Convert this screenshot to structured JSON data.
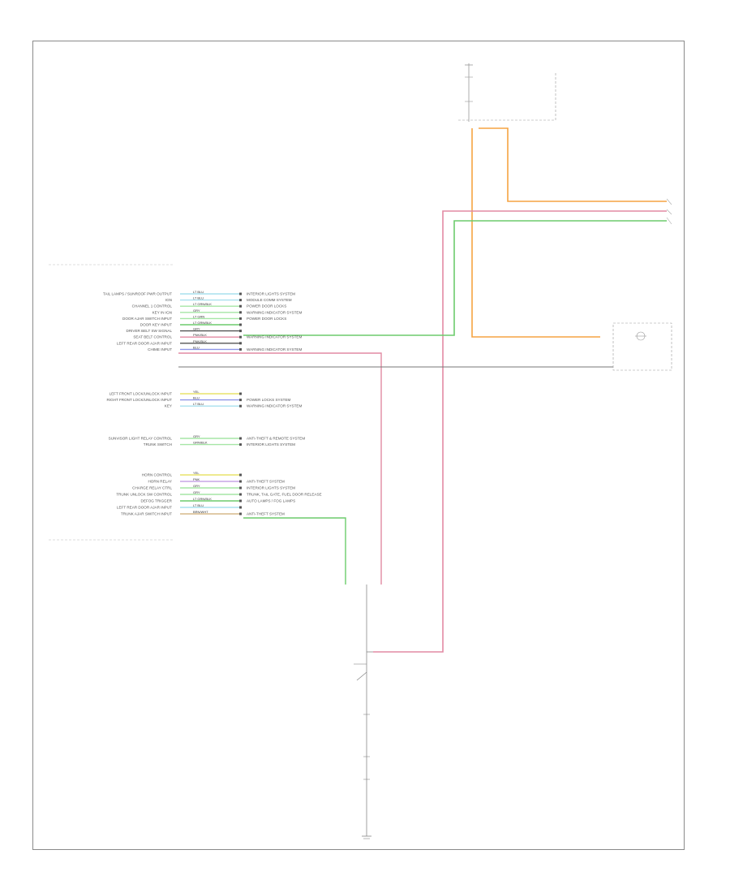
{
  "colors": {
    "orange": "#f5a442",
    "pink": "#e28aa3",
    "green": "#6dcc6d",
    "black": "#555555",
    "yellow": "#e8e36a",
    "blue": "#8f97e8",
    "light_green": "#a6e6a6",
    "lavender": "#c7a6e6",
    "cyan": "#a8e0ee",
    "tan": "#d6b98a"
  },
  "left_pins": [
    {
      "label": "TAIL LAMPS / SUNROOF PWR OUTPUT",
      "wire": "LT BLU",
      "dest": "INTERIOR LIGHTS SYSTEM",
      "color": "cyan"
    },
    {
      "label": "IGN",
      "wire": "LT BLU",
      "dest": "MODULE COMM SYSTEM",
      "color": "cyan"
    },
    {
      "label": "CHANNEL 1 CONTROL",
      "wire": "LT GRN/BLK",
      "dest": "POWER DOOR LOCKS",
      "color": "light_green"
    },
    {
      "label": "KEY IN IGN",
      "wire": "GRY",
      "dest": "WARNING INDICATOR SYSTEM",
      "color": "light_green"
    },
    {
      "label": "DOOR AJAR SWITCH INPUT",
      "wire": "LT GRN",
      "dest": "POWER DOOR LOCKS",
      "color": "light_green"
    },
    {
      "label": "DOOR KEY INPUT",
      "wire": "LT GRN/BLK",
      "dest": "",
      "color": "green"
    },
    {
      "label": "DRIVER BELT SW SIGNAL",
      "wire": "GRY",
      "dest": "",
      "color": "black"
    },
    {
      "label": "SEAT BELT CONTROL",
      "wire": "PNK/BLK",
      "dest": "WARNING INDICATOR SYSTEM",
      "color": "pink"
    },
    {
      "label": "LEFT REAR DOOR AJAR INPUT",
      "wire": "PNK/BLK",
      "dest": "",
      "color": "black"
    },
    {
      "label": "CHIME INPUT",
      "wire": "BLU",
      "dest": "WARNING INDICATOR SYSTEM",
      "color": "blue"
    }
  ],
  "mid_pins": [
    {
      "label": "LEFT FRONT LOCK/UNLOCK INPUT",
      "wire": "YEL",
      "dest": "",
      "color": "yellow"
    },
    {
      "label": "RIGHT FRONT LOCK/UNLOCK INPUT",
      "wire": "BLU",
      "dest": "POWER LOCKS SYSTEM",
      "color": "blue"
    },
    {
      "label": "KEY",
      "wire": "LT BLU",
      "dest": "WARNING INDICATOR SYSTEM",
      "color": "cyan"
    }
  ],
  "group2_pins": [
    {
      "label": "SUNVISOR LIGHT RELAY CONTROL",
      "wire": "GRY",
      "dest": "ANTI-THEFT & REMOTE SYSTEM",
      "color": "light_green"
    },
    {
      "label": "TRUNK SWITCH",
      "wire": "GRN/BLK",
      "dest": "INTERIOR LIGHTS SYSTEM",
      "color": "light_green"
    }
  ],
  "group3_pins": [
    {
      "label": "HORN CONTROL",
      "wire": "YEL",
      "dest": "",
      "color": "yellow"
    },
    {
      "label": "HORN RELAY",
      "wire": "PNK",
      "dest": "ANTI-THEFT SYSTEM",
      "color": "lavender"
    },
    {
      "label": "CHARGE RELAY CTRL",
      "wire": "GRY",
      "dest": "INTERIOR LIGHTS SYSTEM",
      "color": "light_green"
    },
    {
      "label": "TRUNK UNLOCK SW CONTROL",
      "wire": "GRY",
      "dest": "TRUNK, TAIL GATE, FUEL DOOR RELEASE",
      "color": "light_green"
    },
    {
      "label": "DEFOG TRIGGER",
      "wire": "LT GRN/BLK",
      "dest": "AUTO LAMPS / FOG LAMPS",
      "color": "green"
    },
    {
      "label": "LEFT REAR DOOR AJAR INPUT",
      "wire": "LT BLU",
      "dest": "",
      "color": "cyan"
    },
    {
      "label": "TRUNK AJAR SWITCH INPUT",
      "wire": "BRN/WHT",
      "dest": "ANTI-THEFT SYSTEM",
      "color": "tan"
    }
  ]
}
